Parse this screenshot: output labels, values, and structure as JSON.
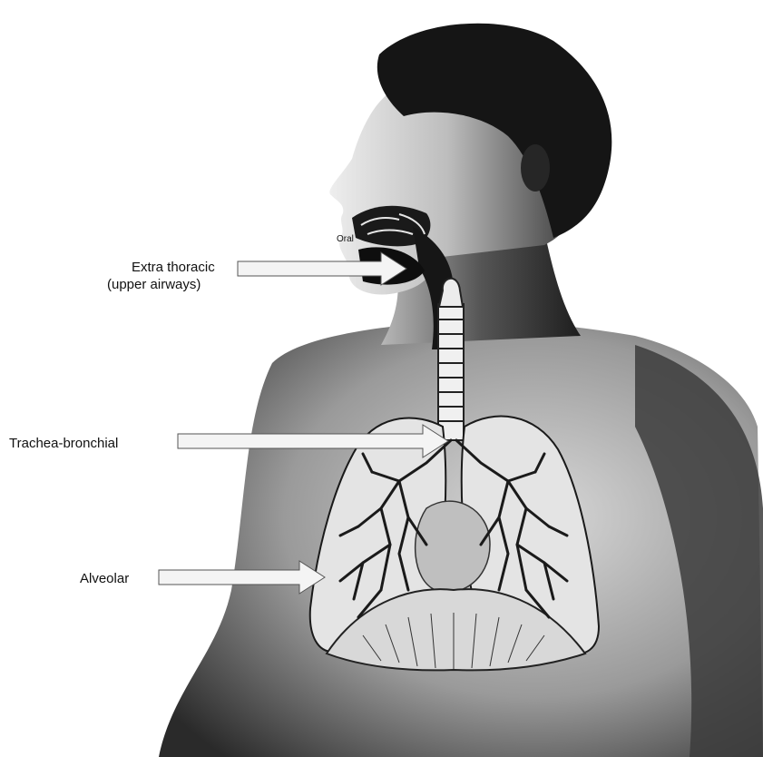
{
  "labels": {
    "extra_thoracic_line1": "Extra thoracic",
    "extra_thoracic_line2": "(upper airways)",
    "trachea_bronchial": "Trachea-bronchial",
    "alveolar": "Alveolar",
    "mouth_marker": "Oral"
  },
  "colors": {
    "background": "#ffffff",
    "skin_light": "#d4d4d4",
    "skin_dark": "#3a3a3a",
    "hair": "#141414",
    "lung_fill": "#e6e6e6",
    "bronchi_stroke": "#1a1a1a",
    "arrow_fill": "#f4f4f4"
  }
}
